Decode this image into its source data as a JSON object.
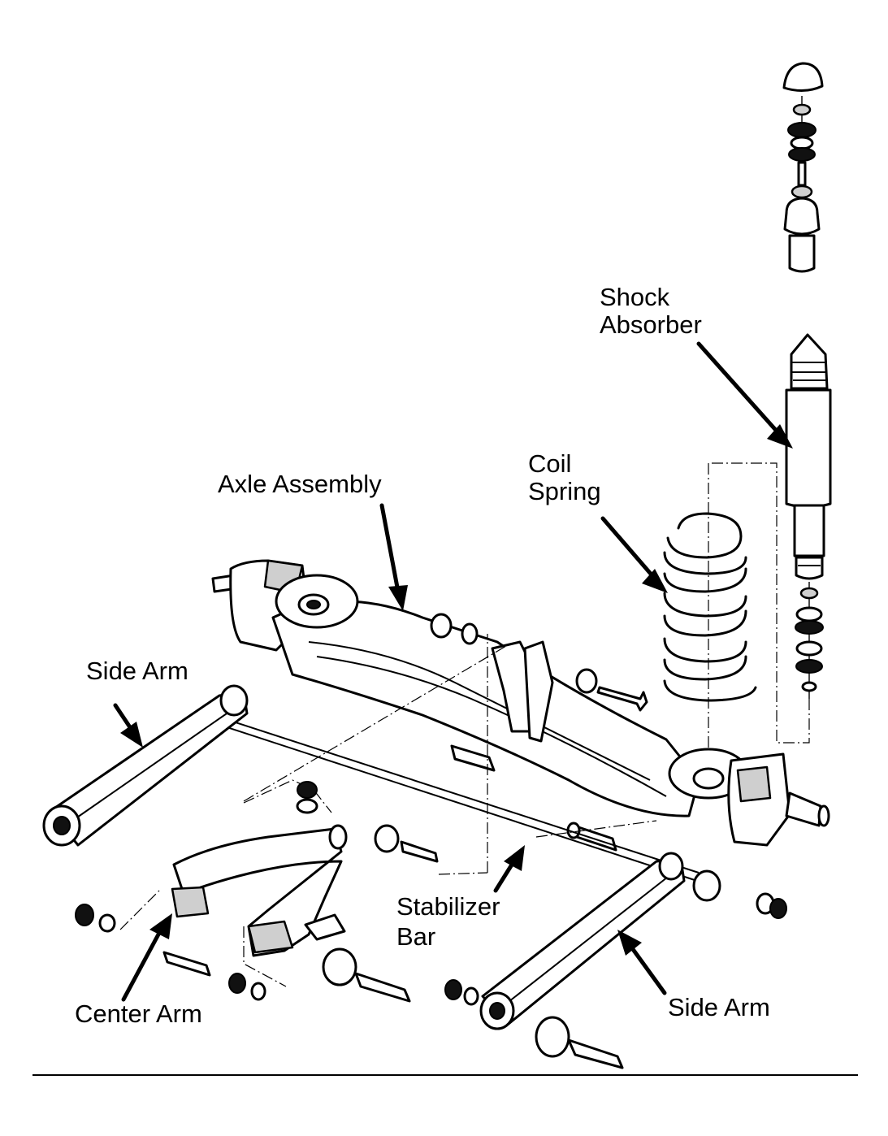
{
  "labels": {
    "shock_absorber": [
      "Shock",
      "Absorber"
    ],
    "coil_spring": [
      "Coil",
      "Spring"
    ],
    "axle_assembly": "Axle Assembly",
    "side_arm_left": "Side Arm",
    "stabilizer_bar": [
      "Stabilizer",
      "Bar"
    ],
    "center_arm": "Center Arm",
    "side_arm_right": "Side Arm"
  }
}
